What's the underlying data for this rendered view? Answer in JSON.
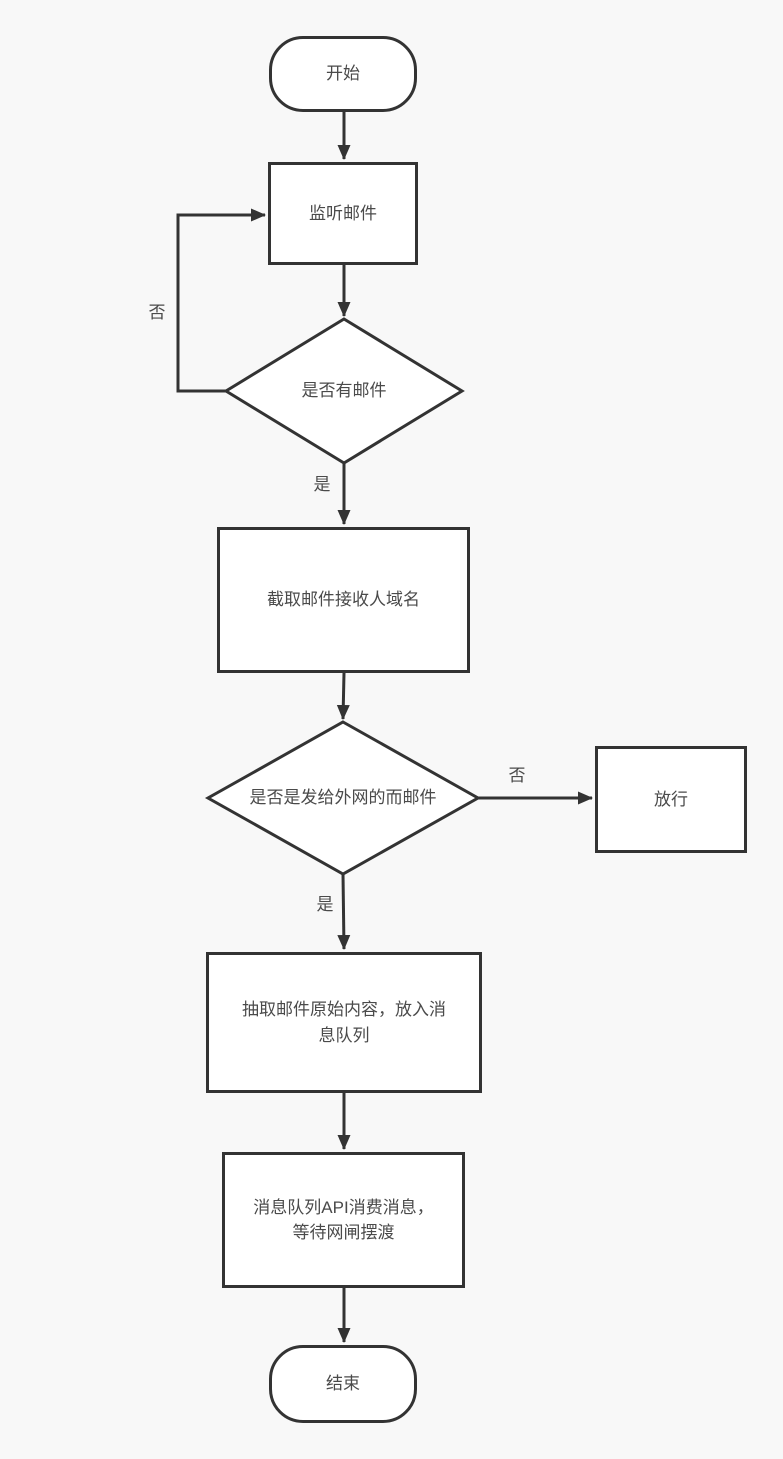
{
  "page": {
    "background_color": "#f8f8f8",
    "stroke_color": "#333333",
    "node_fill_color": "#ffffff",
    "text_color": "#4a4a4a"
  },
  "nodes": {
    "start": {
      "type": "terminator",
      "label": "开始"
    },
    "listen_mail": {
      "type": "process",
      "label": "监听邮件"
    },
    "has_mail": {
      "type": "decision",
      "label": "是否有邮件"
    },
    "extract_domain": {
      "type": "process",
      "label": "截取邮件接收人域名"
    },
    "is_external": {
      "type": "decision",
      "label": "是否是发给外网的而邮件"
    },
    "release": {
      "type": "process",
      "label": "放行"
    },
    "enqueue": {
      "type": "process",
      "label": "抽取邮件原始内容，放入消\n息队列"
    },
    "consume": {
      "type": "process",
      "label": "消息队列API消费消息，\n等待网闸摆渡"
    },
    "end": {
      "type": "terminator",
      "label": "结束"
    }
  },
  "edge_labels": {
    "has_mail_no": "否",
    "has_mail_yes": "是",
    "is_external_no": "否",
    "is_external_yes": "是"
  }
}
